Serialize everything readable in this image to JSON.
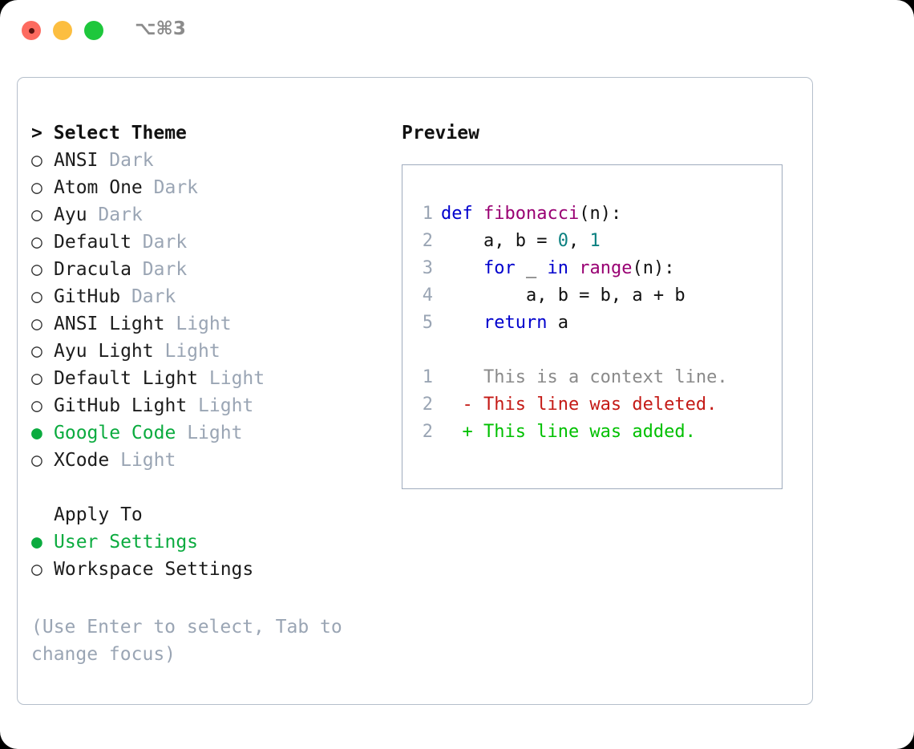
{
  "titlebar": {
    "shortcut": "⌥⌘3",
    "buttons": [
      {
        "name": "close",
        "color": "#fd6b60"
      },
      {
        "name": "minimize",
        "color": "#fcbe40"
      },
      {
        "name": "zoom",
        "color": "#1ec73c"
      }
    ]
  },
  "theme_picker": {
    "header": "Select Theme",
    "caret": ">",
    "marker_selected": "●",
    "marker_unselected": "○",
    "accent_color": "#0bab3f",
    "variant_color": "#9aa5b4",
    "items": [
      {
        "name": "ANSI",
        "variant": "Dark",
        "selected": false
      },
      {
        "name": "Atom One",
        "variant": "Dark",
        "selected": false
      },
      {
        "name": "Ayu",
        "variant": "Dark",
        "selected": false
      },
      {
        "name": "Default",
        "variant": "Dark",
        "selected": false
      },
      {
        "name": "Dracula",
        "variant": "Dark",
        "selected": false
      },
      {
        "name": "GitHub",
        "variant": "Dark",
        "selected": false
      },
      {
        "name": "ANSI Light",
        "variant": "Light",
        "selected": false
      },
      {
        "name": "Ayu Light",
        "variant": "Light",
        "selected": false
      },
      {
        "name": "Default Light",
        "variant": "Light",
        "selected": false
      },
      {
        "name": "GitHub Light",
        "variant": "Light",
        "selected": false
      },
      {
        "name": "Google Code",
        "variant": "Light",
        "selected": true
      },
      {
        "name": "XCode",
        "variant": "Light",
        "selected": false
      }
    ]
  },
  "apply_to": {
    "header": "Apply To",
    "items": [
      {
        "name": "User Settings",
        "selected": true
      },
      {
        "name": "Workspace Settings",
        "selected": false
      }
    ]
  },
  "hint": "(Use Enter to select, Tab to change focus)",
  "preview": {
    "title": "Preview",
    "code": [
      {
        "lineno": "1",
        "tokens": [
          {
            "t": "def ",
            "c": "tok-kw"
          },
          {
            "t": "fibonacci",
            "c": "tok-fn"
          },
          {
            "t": "(n):",
            "c": "tok-punc"
          }
        ]
      },
      {
        "lineno": "2",
        "tokens": [
          {
            "t": "    a, b = ",
            "c": "tok-plain"
          },
          {
            "t": "0",
            "c": "tok-num"
          },
          {
            "t": ", ",
            "c": "tok-plain"
          },
          {
            "t": "1",
            "c": "tok-num"
          }
        ]
      },
      {
        "lineno": "3",
        "tokens": [
          {
            "t": "    ",
            "c": "tok-plain"
          },
          {
            "t": "for",
            "c": "tok-kw"
          },
          {
            "t": " _ ",
            "c": "tok-plain"
          },
          {
            "t": "in",
            "c": "tok-kw"
          },
          {
            "t": " ",
            "c": "tok-plain"
          },
          {
            "t": "range",
            "c": "tok-fn"
          },
          {
            "t": "(n):",
            "c": "tok-punc"
          }
        ]
      },
      {
        "lineno": "4",
        "tokens": [
          {
            "t": "        a, b = b, a + b",
            "c": "tok-plain"
          }
        ]
      },
      {
        "lineno": "5",
        "tokens": [
          {
            "t": "    ",
            "c": "tok-plain"
          },
          {
            "t": "return",
            "c": "tok-kw"
          },
          {
            "t": " a",
            "c": "tok-plain"
          }
        ]
      }
    ],
    "diff": [
      {
        "lineno": "1",
        "sign": " ",
        "text": "This is a context line.",
        "kind": "diff-context"
      },
      {
        "lineno": "2",
        "sign": "-",
        "text": "This line was deleted.",
        "kind": "diff-del"
      },
      {
        "lineno": "2",
        "sign": "+",
        "text": "This line was added.",
        "kind": "diff-add"
      }
    ]
  }
}
